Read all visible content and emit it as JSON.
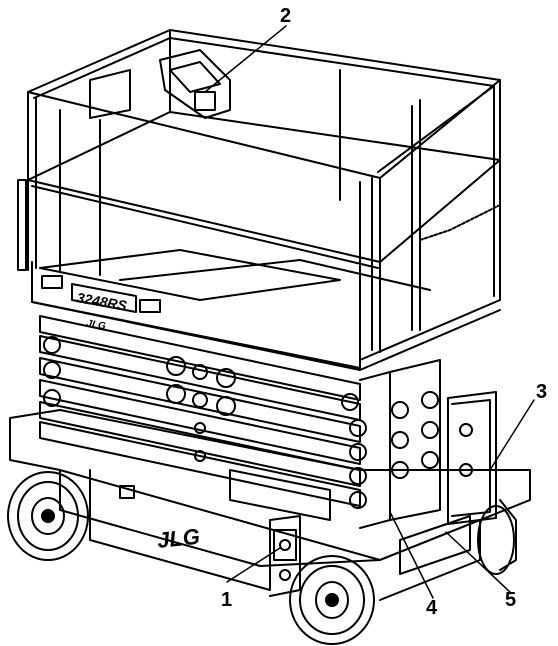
{
  "figure": {
    "callouts": [
      "1",
      "2",
      "3",
      "4",
      "5"
    ],
    "model_label": "3248RS",
    "brand_label": "JLG"
  }
}
